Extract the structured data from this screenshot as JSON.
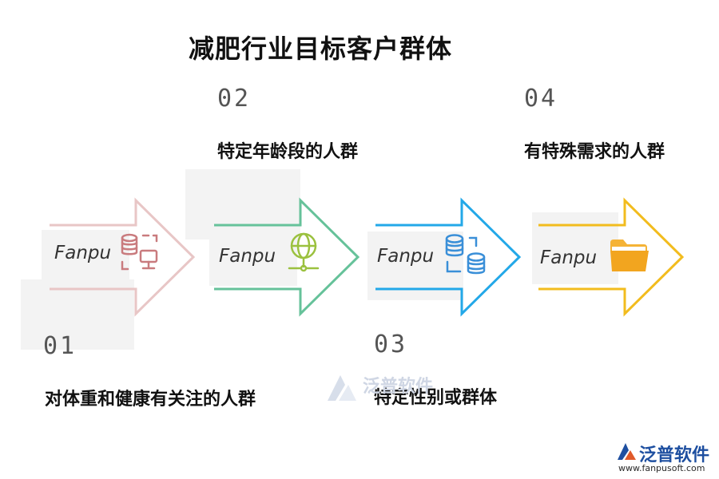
{
  "title": "减肥行业目标客户群体",
  "brand_label": "Fanpu",
  "steps": [
    {
      "number": "01",
      "caption": "对体重和健康有关注的人群",
      "color": "#e8c6c6",
      "icon_color": "#c97b7e",
      "icon": "database-network-icon"
    },
    {
      "number": "02",
      "caption": "特定年龄段的人群",
      "color": "#66c29a",
      "icon_color": "#9bc13f",
      "icon": "globe-network-icon"
    },
    {
      "number": "03",
      "caption": "特定性别或群体",
      "color": "#23a8e8",
      "icon_color": "#3a8fd8",
      "icon": "database-sync-icon"
    },
    {
      "number": "04",
      "caption": "有特殊需求的人群",
      "color": "#f2bc1e",
      "icon_color": "#f2a51f",
      "icon": "folder-icon"
    }
  ],
  "watermark": {
    "text": "泛普软件"
  },
  "logo": {
    "name": "泛普软件",
    "url": "www.fanpusoft.com"
  }
}
